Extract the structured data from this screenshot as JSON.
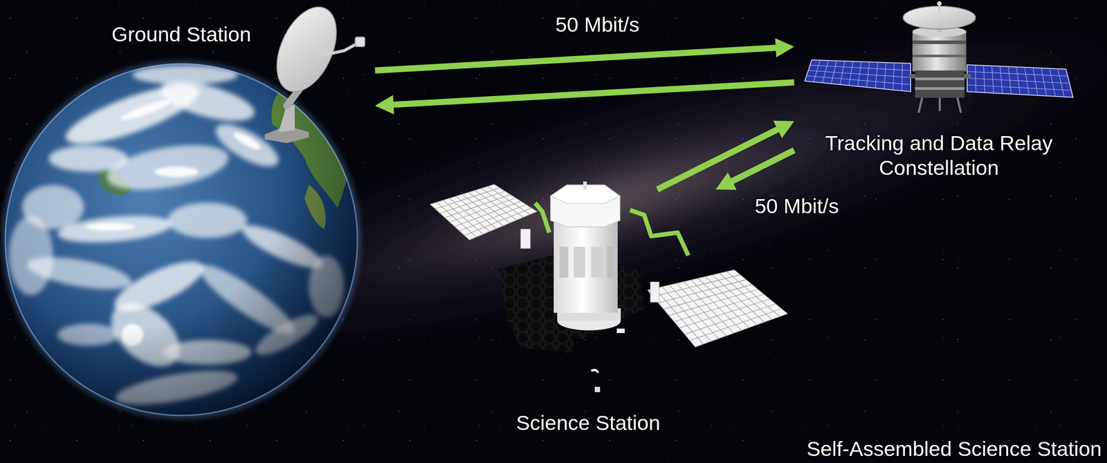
{
  "diagram": {
    "caption": "Self-Assembled Science Station",
    "nodes": [
      {
        "text": [
          "Ground Station"
        ]
      },
      {
        "text": [
          "Tracking and Data Relay Constellation"
        ]
      },
      {
        "text": [
          "Science Station"
        ]
      }
    ],
    "edges": [
      {
        "from": 0,
        "to": 1,
        "arrow": "to",
        "label": "50 Mbit/s"
      },
      {
        "from": 1,
        "to": 0,
        "arrow": "to"
      },
      {
        "from": 2,
        "to": 1,
        "arrow": "to"
      },
      {
        "from": 1,
        "to": 2,
        "arrow": "to",
        "label": "50 Mbit/s"
      }
    ]
  }
}
